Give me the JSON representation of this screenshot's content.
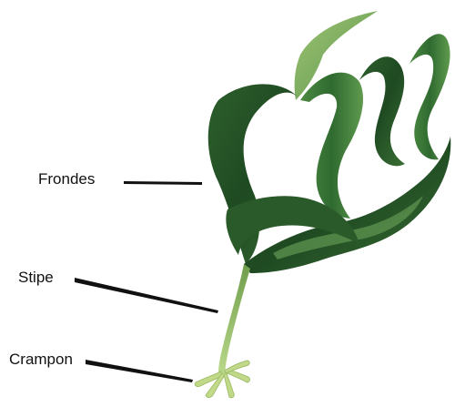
{
  "labels": {
    "fronds": "Frondes",
    "stipe": "Stipe",
    "holdfast": "Crampon"
  },
  "colors": {
    "frond_dark": "#1f4a22",
    "frond_mid": "#3f7a38",
    "frond_light": "#8fb865",
    "stipe": "#9cc46a",
    "holdfast": "#c2d98a",
    "leader_line": "#111111"
  }
}
